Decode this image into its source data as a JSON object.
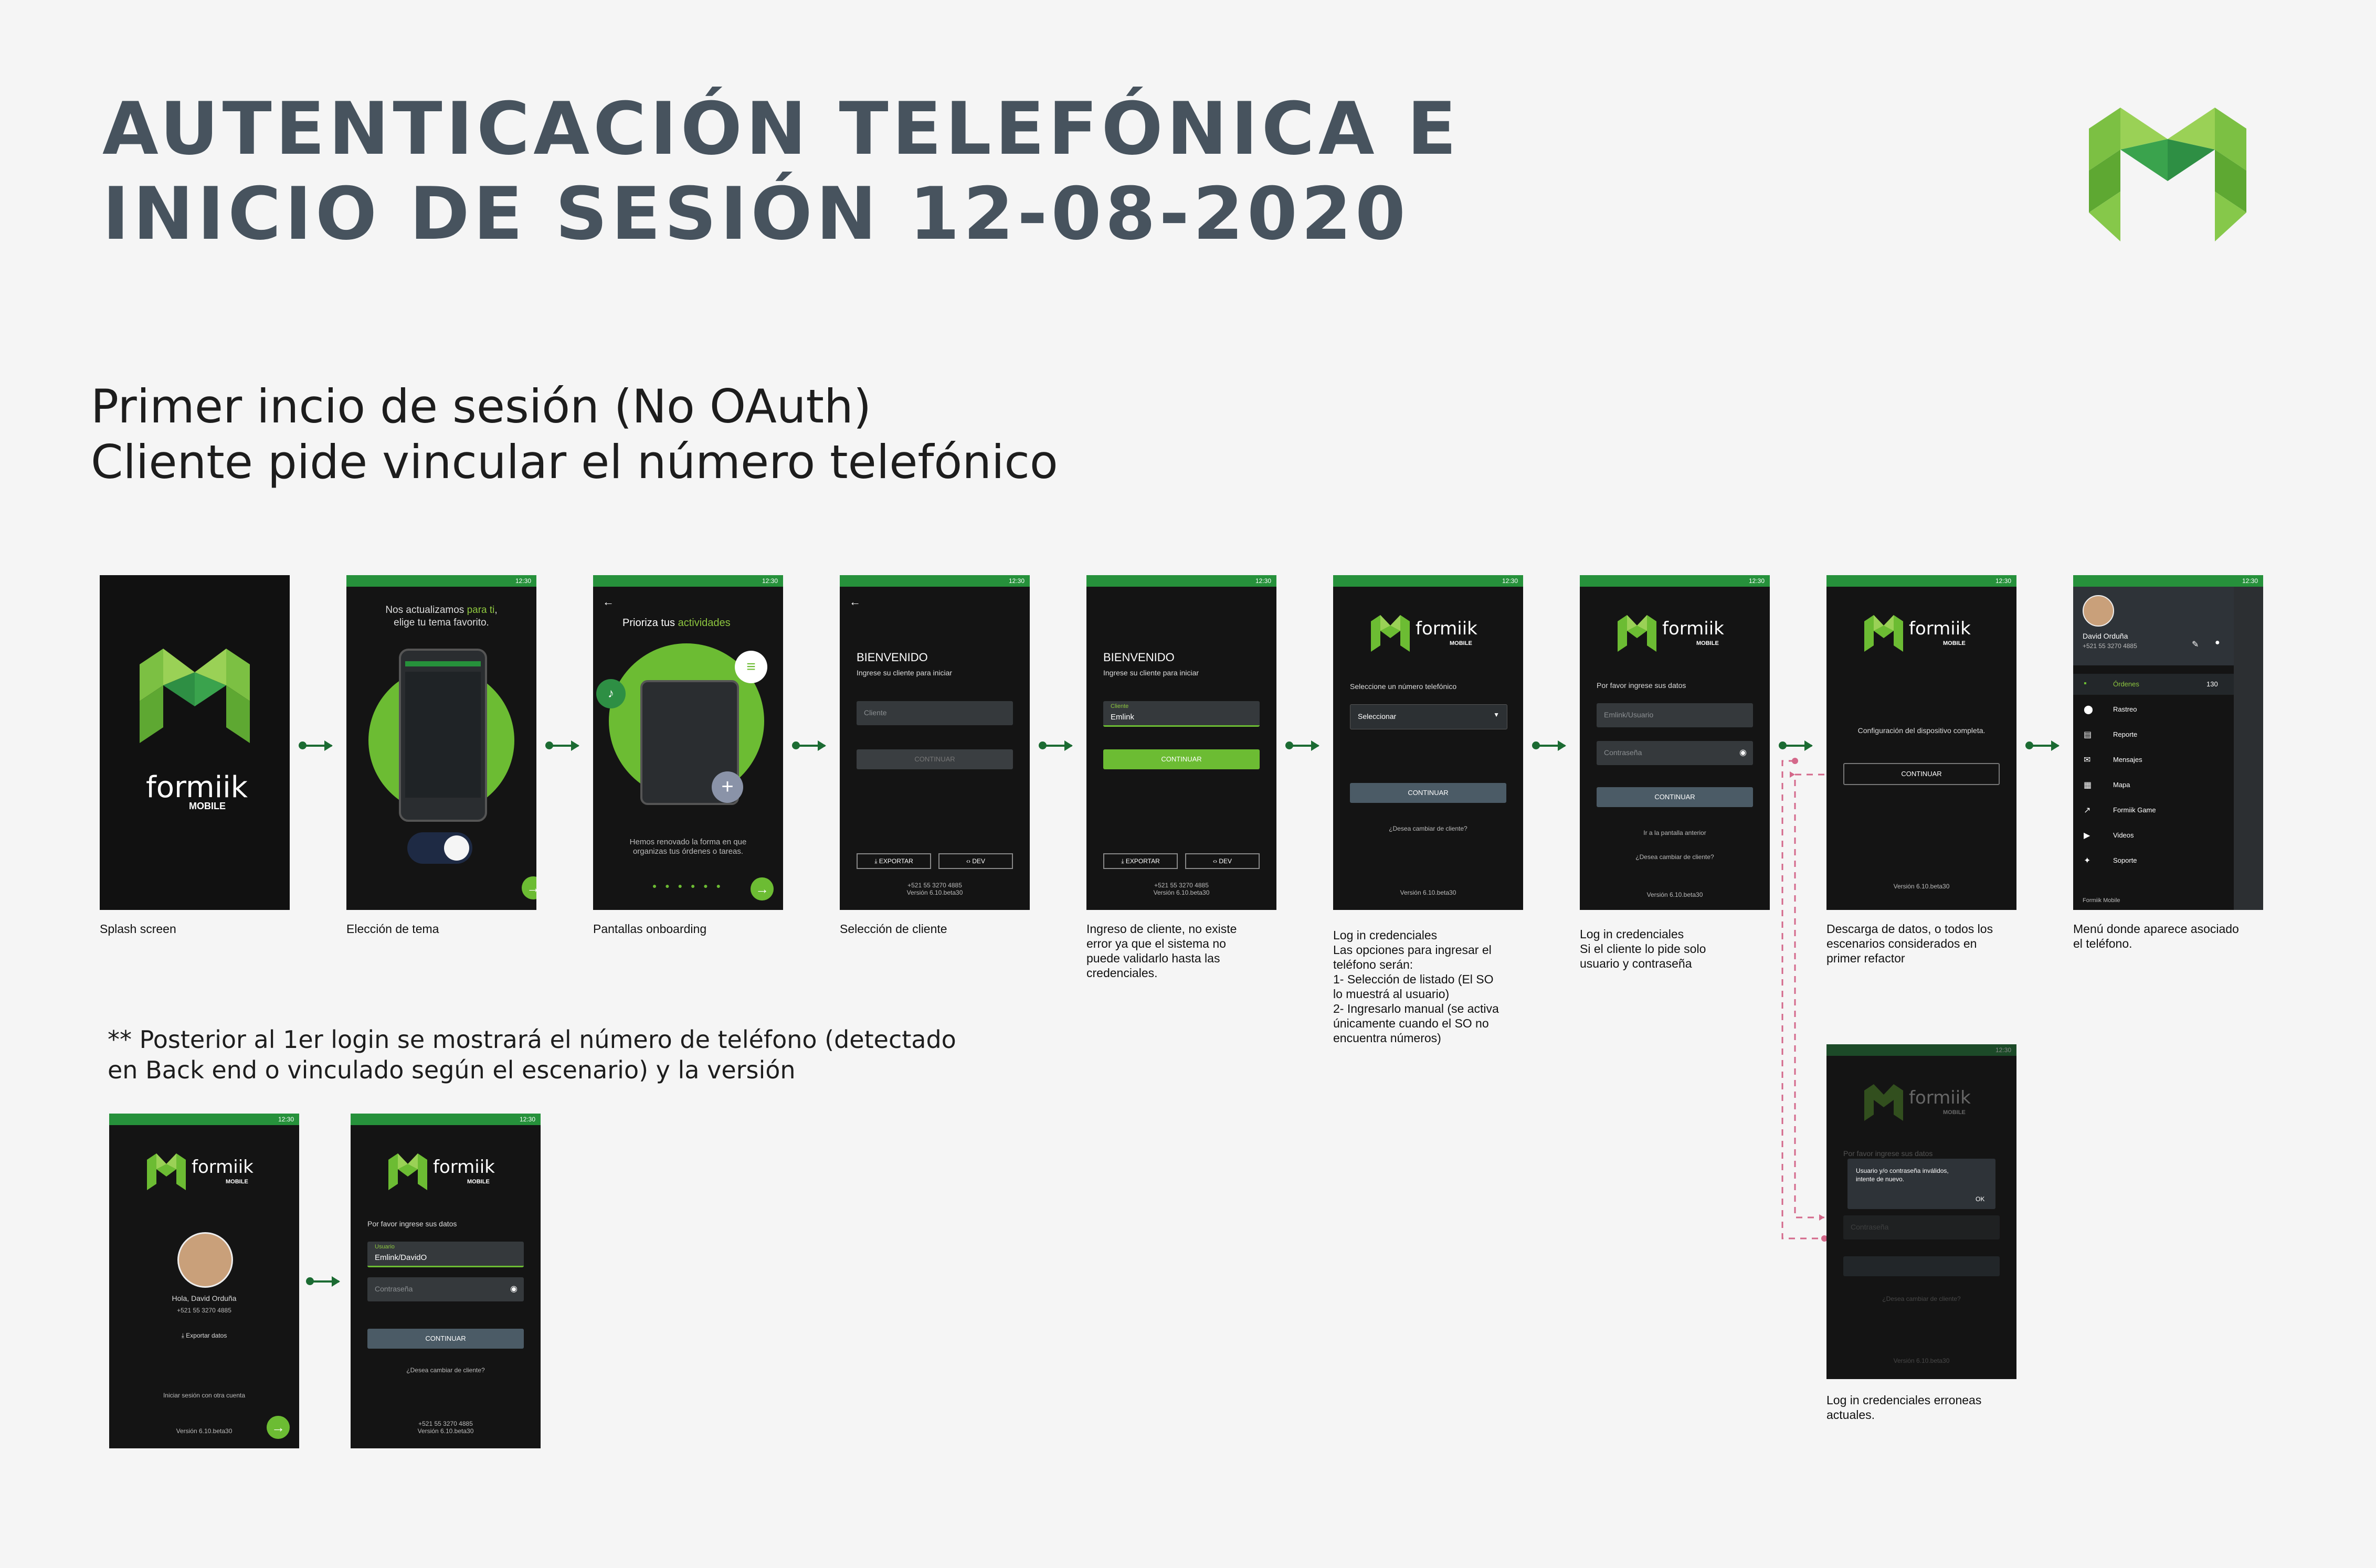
{
  "header": {
    "title_line1": "AUTENTICACIÓN TELEFÓNICA E",
    "title_line2": "INICIO DE SESIÓN 12-08-2020",
    "subtitle_line1": "Primer incio de sesión (No OAuth)",
    "subtitle_line2": "Cliente pide vincular el número telefónico"
  },
  "note": {
    "line1": "** Posterior al 1er login se mostrará el número de teléfono (detectado",
    "line2": "en Back end o vinculado según el escenario) y la versión"
  },
  "brand": {
    "name": "formiik",
    "sub": "MOBILE",
    "green": "#6cbc33",
    "dark_green": "#26913b",
    "title_color": "#47535e"
  },
  "status_time": "12:30",
  "screens": {
    "s1": {
      "caption": "Splash screen"
    },
    "s2": {
      "caption": "Elección de tema",
      "heading_a": "Nos actualizamos ",
      "heading_b": "para ti",
      "heading_c": ",",
      "heading_line2": "elige tu tema favorito."
    },
    "s3": {
      "caption": "Pantallas onboarding",
      "heading_a": "Prioriza tus ",
      "heading_b": "actividades",
      "body_line1": "Hemos renovado la forma en que",
      "body_line2": "organizas tus órdenes o tareas."
    },
    "s4": {
      "caption": "Selección de cliente",
      "welcome": "BIENVENIDO",
      "prompt": "Ingrese su cliente para iniciar",
      "placeholder": "Cliente",
      "continue": "CONTINUAR",
      "export": "EXPORTAR",
      "dev": "DEV",
      "phone": "+521 55 3270 4885",
      "version": "Versión 6.10.beta30"
    },
    "s5": {
      "caption_lines": [
        "Ingreso de cliente, no existe",
        "error ya que el sistema no",
        "puede validarlo hasta las",
        "credenciales."
      ],
      "welcome": "BIENVENIDO",
      "prompt": "Ingrese su cliente para iniciar",
      "field_label": "Cliente",
      "field_value": "Emlink",
      "continue": "CONTINUAR",
      "export": "EXPORTAR",
      "dev": "DEV",
      "phone": "+521 55 3270 4885",
      "version": "Versión 6.10.beta30"
    },
    "s6": {
      "caption_lines": [
        "Log in credenciales",
        "Las opciones para ingresar el",
        "teléfono serán:",
        "1- Selección de listado (El SO",
        "lo muestrá al usuario)",
        "2- Ingresarlo manual (se activa",
        "únicamente cuando el SO no",
        "encuentra números)"
      ],
      "prompt": "Seleccione un número telefónico",
      "select": "Seleccionar",
      "continue": "CONTINUAR",
      "change": "¿Desea cambiar de cliente?",
      "version": "Versión 6.10.beta30"
    },
    "s7": {
      "caption_lines": [
        "Log in credenciales",
        "Si el cliente lo pide solo",
        "usuario y contraseña"
      ],
      "prompt": "Por favor ingrese sus datos",
      "user_placeholder": "Emlink/Usuario",
      "pass_placeholder": "Contraseña",
      "continue": "CONTINUAR",
      "back": "Ir a la pantalla anterior",
      "change": "¿Desea cambiar de cliente?",
      "version": "Versión 6.10.beta30"
    },
    "s8": {
      "caption_lines": [
        "Descarga de datos, o todos los",
        "escenarios considerados en",
        "primer refactor"
      ],
      "message": "Configuración del dispositivo completa.",
      "continue": "CONTINUAR",
      "version": "Versión 6.10.beta30"
    },
    "s9": {
      "caption_lines": [
        "Menú donde aparece asociado",
        "el teléfono."
      ],
      "user": "David Orduña",
      "phone": "+521 55 3270 4885",
      "menu": [
        {
          "label": "Órdenes",
          "count": "130",
          "icon": "orders-icon"
        },
        {
          "label": "Rastreo",
          "icon": "pin-icon"
        },
        {
          "label": "Reporte",
          "icon": "report-icon"
        },
        {
          "label": "Mensajes",
          "icon": "mail-icon"
        },
        {
          "label": "Mapa",
          "icon": "map-icon"
        },
        {
          "label": "Formiik Game",
          "icon": "trend-icon"
        },
        {
          "label": "Videos",
          "icon": "play-icon"
        },
        {
          "label": "Soporte",
          "icon": "wrench-icon"
        }
      ],
      "footer": "Formiik Mobile"
    },
    "s10": {
      "caption_lines": [
        "Log in credenciales erroneas",
        "actuales."
      ],
      "bg_prompt": "Por favor ingrese sus datos",
      "dialog_line1": "Usuario y/o contraseña inválidos,",
      "dialog_line2": "intente de nuevo.",
      "ok": "OK",
      "pass_placeholder": "Contraseña",
      "change": "¿Desea cambiar de cliente?",
      "version": "Versión 6.10.beta30"
    },
    "s11": {
      "greeting": "Hola, David Orduña",
      "phone": "+521 55 3270 4885",
      "export": "Exportar datos",
      "other": "Iniciar sesión con otra cuenta",
      "version": "Versión 6.10.beta30"
    },
    "s12": {
      "prompt": "Por favor ingrese sus datos",
      "user_label": "Usuario",
      "user_value": "Emlink/DavidO",
      "pass_placeholder": "Contraseña",
      "continue": "CONTINUAR",
      "change": "¿Desea cambiar de cliente?",
      "phone": "+521 55 3270 4885",
      "version": "Versión 6.10.beta30"
    }
  }
}
